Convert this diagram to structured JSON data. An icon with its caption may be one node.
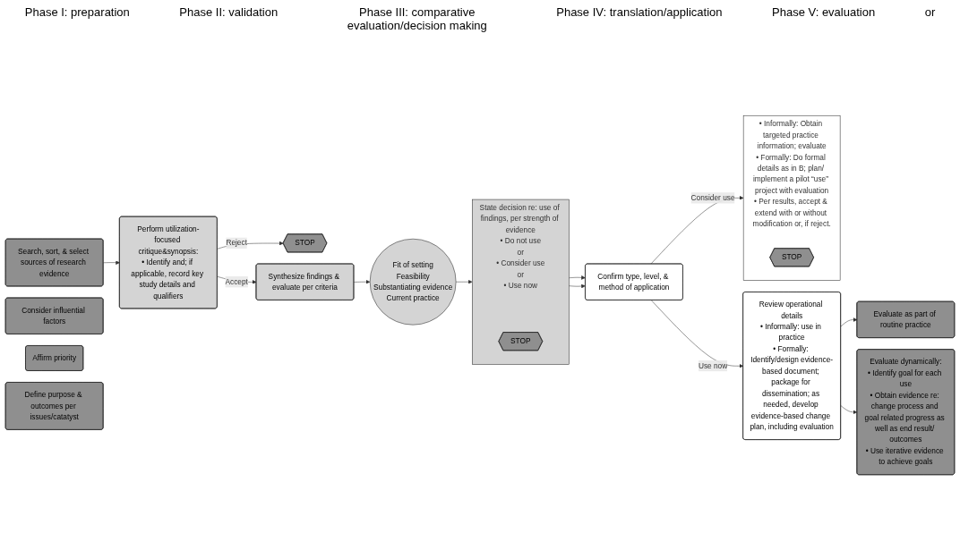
{
  "diagram": {
    "nodes": [
      {
        "text": [
          "Search, sort, & select sources of research evidence"
        ]
      },
      {
        "text": [
          "Consider influential factors"
        ]
      },
      {
        "text": [
          "Affirm priority"
        ]
      },
      {
        "text": [
          "Define purpose & outcomes per issues/catatyst"
        ]
      },
      {
        "text": [
          "Perform utilization-focused critique&synopsis:",
          "• Identify and; if applicable, record key study details and qualifiers"
        ]
      },
      {
        "text": [
          "STOP"
        ]
      },
      {
        "text": [
          "Synthesize findings & evaluate per criteria"
        ]
      },
      {
        "text": [
          "Fit of setting",
          "Feasibility",
          "Substantiating evidence",
          "Current practice"
        ]
      },
      {
        "text": [
          "State decision re: use of findings, per strength of evidence",
          "• Do not use",
          "or",
          "• Consider use",
          "or",
          "• Use now"
        ]
      },
      {
        "text": [
          "STOP"
        ],
        "in": 8
      },
      {
        "text": [
          "Confirm type, level, & method of application"
        ]
      },
      {
        "text": [
          "• Informally: Obtain targeted practice information; evaluate",
          "• Formally: Do formal details as in B; plan/ implement a pilot “use” project with evaluation",
          "• Per results, accept & extend with or without modification or, if reject."
        ]
      },
      {
        "text": [
          "STOP"
        ],
        "in": 11
      },
      {
        "text": [
          "Review operational details",
          "• Informally: use in practice",
          "• Formally: Identify/design evidence-based document; package for dissemination; as needed, develop evidence-based change plan, including evaluation"
        ]
      },
      {
        "text": [
          "Evaluate as part of routine practice"
        ]
      },
      {
        "text": [
          "Evaluate dynamically:",
          "• Identify goal for each use",
          "• Obtain evidence re: change process and goal related progress as well as end result/ outcomes",
          "• Use iterative evidence to achieve goals"
        ]
      }
    ],
    "edges": [
      {
        "from": 0,
        "to": 4,
        "arrow": "to"
      },
      {
        "from": 4,
        "to": 5,
        "label": "Reject",
        "arrow": "to"
      },
      {
        "from": 4,
        "to": 6,
        "label": "Accept",
        "arrow": "to"
      },
      {
        "from": 6,
        "to": 7,
        "arrow": "to"
      },
      {
        "from": 7,
        "to": 8,
        "arrow": "to"
      },
      {
        "from": 8,
        "to": 10,
        "arrow": "to"
      },
      {
        "from": 8,
        "to": 10,
        "arrow": "to"
      },
      {
        "from": 10,
        "to": 11,
        "label": "Consider use",
        "arrow": "to"
      },
      {
        "from": 10,
        "to": 13,
        "label": "Use now",
        "arrow": "to"
      },
      {
        "from": 13,
        "to": 14,
        "arrow": "to"
      },
      {
        "from": 13,
        "to": 15,
        "arrow": "to"
      }
    ],
    "labels": [
      "Phase I: preparation",
      "Phase II: validation",
      "Phase III: comparative evaluation/decision making",
      "Phase IV: translation/application",
      "Phase V: evaluation",
      "or"
    ]
  }
}
